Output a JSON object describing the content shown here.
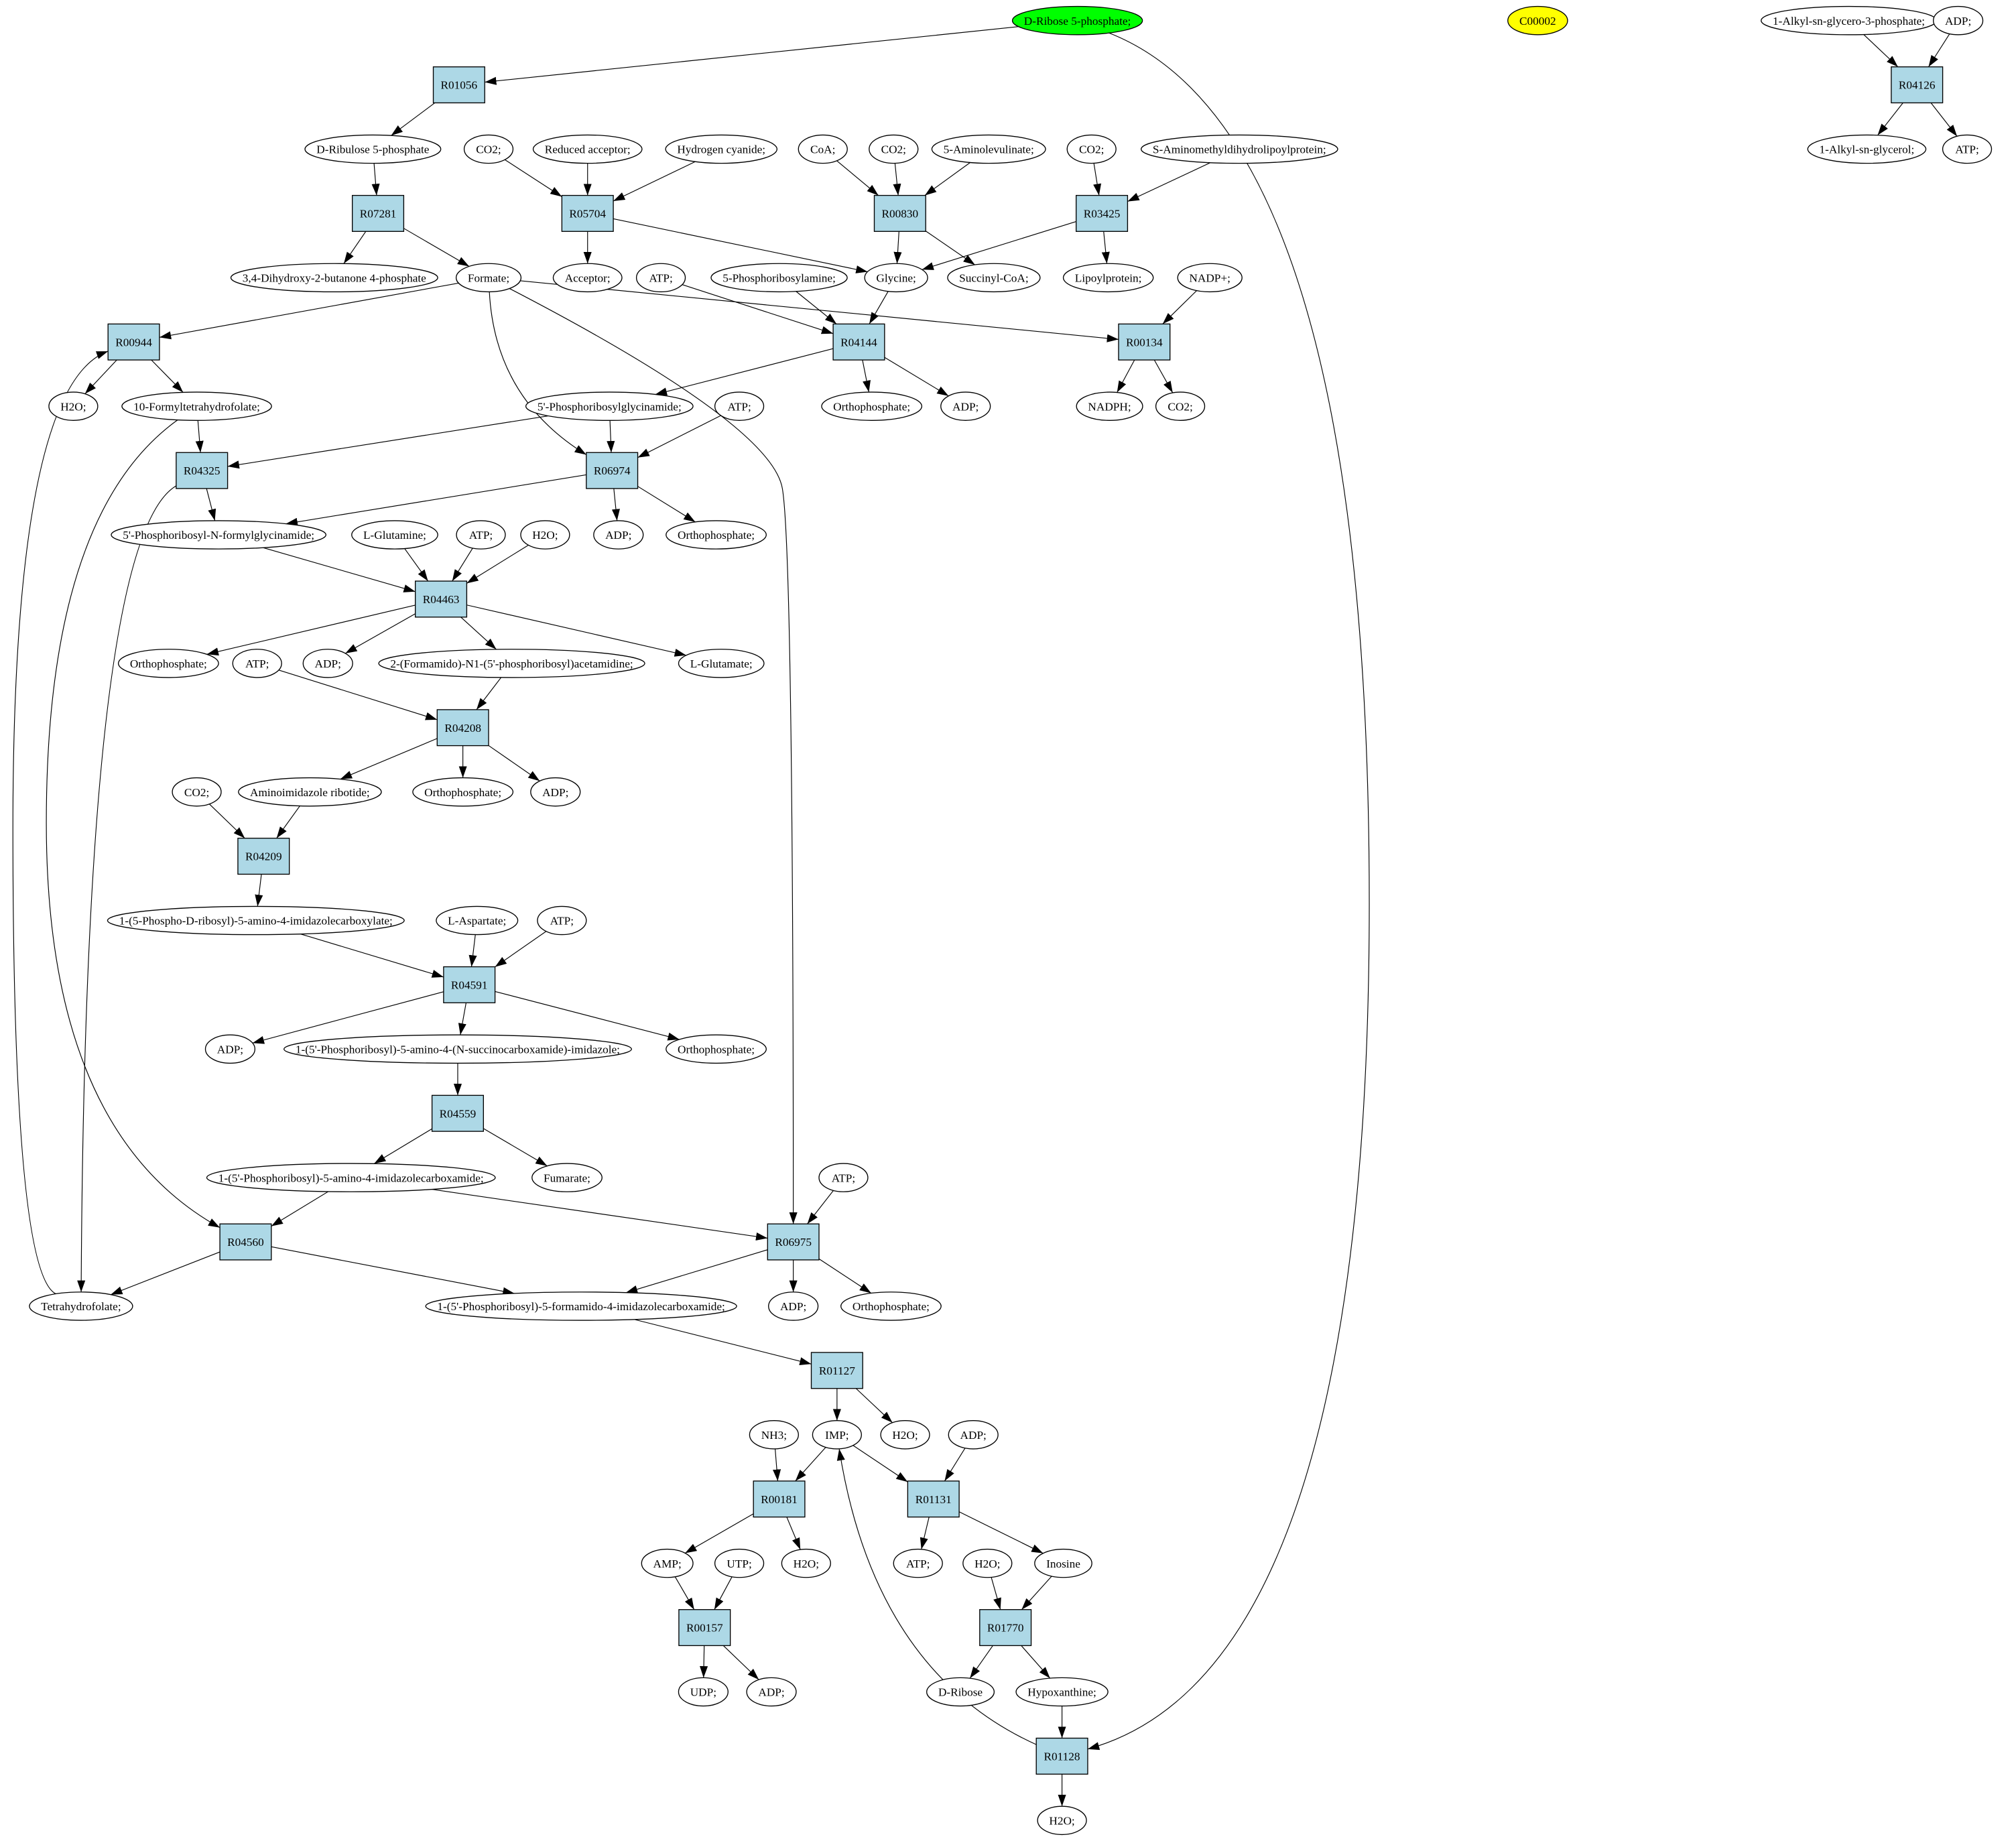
{
  "colors": {
    "reaction": "#add8e6",
    "compound": "#ffffff",
    "source": "#00ff00",
    "highlight": "#ffff00"
  },
  "nodes": {
    "r5p": {
      "label": "D-Ribose 5-phosphate;",
      "kind": "source"
    },
    "c00002": {
      "label": "C00002",
      "kind": "highlight"
    },
    "alkg3p": {
      "label": "1-Alkyl-sn-glycero-3-phosphate;",
      "kind": "compound"
    },
    "adp_t": {
      "label": "ADP;",
      "kind": "compound"
    },
    "R04126": {
      "label": "R04126",
      "kind": "reaction"
    },
    "alkg": {
      "label": "1-Alkyl-sn-glycerol;",
      "kind": "compound"
    },
    "atp_tr": {
      "label": "ATP;",
      "kind": "compound"
    },
    "R01056": {
      "label": "R01056",
      "kind": "reaction"
    },
    "ru5p": {
      "label": "D-Ribulose 5-phosphate",
      "kind": "compound"
    },
    "R07281": {
      "label": "R07281",
      "kind": "reaction"
    },
    "dhbp": {
      "label": "3,4-Dihydroxy-2-butanone 4-phosphate",
      "kind": "compound"
    },
    "formate": {
      "label": "Formate;",
      "kind": "compound"
    },
    "co2_a": {
      "label": "CO2;",
      "kind": "compound"
    },
    "redacc": {
      "label": "Reduced acceptor;",
      "kind": "compound"
    },
    "hcn": {
      "label": "Hydrogen cyanide;",
      "kind": "compound"
    },
    "R05704": {
      "label": "R05704",
      "kind": "reaction"
    },
    "acceptor": {
      "label": "Acceptor;",
      "kind": "compound"
    },
    "coa": {
      "label": "CoA;",
      "kind": "compound"
    },
    "co2_b": {
      "label": "CO2;",
      "kind": "compound"
    },
    "ala": {
      "label": "5-Aminolevulinate;",
      "kind": "compound"
    },
    "R00830": {
      "label": "R00830",
      "kind": "reaction"
    },
    "glycine": {
      "label": "Glycine;",
      "kind": "compound"
    },
    "succoa": {
      "label": "Succinyl-CoA;",
      "kind": "compound"
    },
    "co2_c": {
      "label": "CO2;",
      "kind": "compound"
    },
    "samp": {
      "label": "S-Aminomethyldihydrolipoylprotein;",
      "kind": "compound"
    },
    "R03425": {
      "label": "R03425",
      "kind": "reaction"
    },
    "lipoyl": {
      "label": "Lipoylprotein;",
      "kind": "compound"
    },
    "atp_a": {
      "label": "ATP;",
      "kind": "compound"
    },
    "pra": {
      "label": "5-Phosphoribosylamine;",
      "kind": "compound"
    },
    "nadp": {
      "label": "NADP+;",
      "kind": "compound"
    },
    "R04144": {
      "label": "R04144",
      "kind": "reaction"
    },
    "R00134": {
      "label": "R00134",
      "kind": "reaction"
    },
    "pi_a": {
      "label": "Orthophosphate;",
      "kind": "compound"
    },
    "adp_a": {
      "label": "ADP;",
      "kind": "compound"
    },
    "nadph": {
      "label": "NADPH;",
      "kind": "compound"
    },
    "co2_d": {
      "label": "CO2;",
      "kind": "compound"
    },
    "R00944": {
      "label": "R00944",
      "kind": "reaction"
    },
    "h2o_a": {
      "label": "H2O;",
      "kind": "compound"
    },
    "fthf": {
      "label": "10-Formyltetrahydrofolate;",
      "kind": "compound"
    },
    "gar": {
      "label": "5'-Phosphoribosylglycinamide;",
      "kind": "compound"
    },
    "atp_b": {
      "label": "ATP;",
      "kind": "compound"
    },
    "R04325": {
      "label": "R04325",
      "kind": "reaction"
    },
    "R06974": {
      "label": "R06974",
      "kind": "reaction"
    },
    "fgar": {
      "label": "5'-Phosphoribosyl-N-formylglycinamide;",
      "kind": "compound"
    },
    "adp_b": {
      "label": "ADP;",
      "kind": "compound"
    },
    "pi_b": {
      "label": "Orthophosphate;",
      "kind": "compound"
    },
    "gln": {
      "label": "L-Glutamine;",
      "kind": "compound"
    },
    "atp_c": {
      "label": "ATP;",
      "kind": "compound"
    },
    "h2o_b": {
      "label": "H2O;",
      "kind": "compound"
    },
    "R04463": {
      "label": "R04463",
      "kind": "reaction"
    },
    "pi_c": {
      "label": "Orthophosphate;",
      "kind": "compound"
    },
    "atp_d": {
      "label": "ATP;",
      "kind": "compound"
    },
    "adp_c": {
      "label": "ADP;",
      "kind": "compound"
    },
    "fgam": {
      "label": "2-(Formamido)-N1-(5'-phosphoribosyl)acetamidine;",
      "kind": "compound"
    },
    "glu": {
      "label": "L-Glutamate;",
      "kind": "compound"
    },
    "R04208": {
      "label": "R04208",
      "kind": "reaction"
    },
    "co2_e": {
      "label": "CO2;",
      "kind": "compound"
    },
    "air": {
      "label": "Aminoimidazole ribotide;",
      "kind": "compound"
    },
    "pi_d": {
      "label": "Orthophosphate;",
      "kind": "compound"
    },
    "adp_d": {
      "label": "ADP;",
      "kind": "compound"
    },
    "R04209": {
      "label": "R04209",
      "kind": "reaction"
    },
    "cair": {
      "label": "1-(5-Phospho-D-ribosyl)-5-amino-4-imidazolecarboxylate;",
      "kind": "compound"
    },
    "asp": {
      "label": "L-Aspartate;",
      "kind": "compound"
    },
    "atp_e": {
      "label": "ATP;",
      "kind": "compound"
    },
    "R04591": {
      "label": "R04591",
      "kind": "reaction"
    },
    "adp_e": {
      "label": "ADP;",
      "kind": "compound"
    },
    "saicar": {
      "label": "1-(5'-Phosphoribosyl)-5-amino-4-(N-succinocarboxamide)-imidazole;",
      "kind": "compound"
    },
    "pi_e": {
      "label": "Orthophosphate;",
      "kind": "compound"
    },
    "R04559": {
      "label": "R04559",
      "kind": "reaction"
    },
    "aicar": {
      "label": "1-(5'-Phosphoribosyl)-5-amino-4-imidazolecarboxamide;",
      "kind": "compound"
    },
    "fum": {
      "label": "Fumarate;",
      "kind": "compound"
    },
    "atp_f": {
      "label": "ATP;",
      "kind": "compound"
    },
    "R04560": {
      "label": "R04560",
      "kind": "reaction"
    },
    "R06975": {
      "label": "R06975",
      "kind": "reaction"
    },
    "thf": {
      "label": "Tetrahydrofolate;",
      "kind": "compound"
    },
    "faicar": {
      "label": "1-(5'-Phosphoribosyl)-5-formamido-4-imidazolecarboxamide;",
      "kind": "compound"
    },
    "adp_f": {
      "label": "ADP;",
      "kind": "compound"
    },
    "pi_f": {
      "label": "Orthophosphate;",
      "kind": "compound"
    },
    "R01127": {
      "label": "R01127",
      "kind": "reaction"
    },
    "nh3": {
      "label": "NH3;",
      "kind": "compound"
    },
    "imp": {
      "label": "IMP;",
      "kind": "compound"
    },
    "h2o_c": {
      "label": "H2O;",
      "kind": "compound"
    },
    "adp_g": {
      "label": "ADP;",
      "kind": "compound"
    },
    "R00181": {
      "label": "R00181",
      "kind": "reaction"
    },
    "R01131": {
      "label": "R01131",
      "kind": "reaction"
    },
    "amp": {
      "label": "AMP;",
      "kind": "compound"
    },
    "utp": {
      "label": "UTP;",
      "kind": "compound"
    },
    "h2o_d": {
      "label": "H2O;",
      "kind": "compound"
    },
    "atp_g": {
      "label": "ATP;",
      "kind": "compound"
    },
    "h2o_e": {
      "label": "H2O;",
      "kind": "compound"
    },
    "inosine": {
      "label": "Inosine",
      "kind": "compound"
    },
    "R00157": {
      "label": "R00157",
      "kind": "reaction"
    },
    "R01770": {
      "label": "R01770",
      "kind": "reaction"
    },
    "udp": {
      "label": "UDP;",
      "kind": "compound"
    },
    "adp_h": {
      "label": "ADP;",
      "kind": "compound"
    },
    "dribose": {
      "label": "D-Ribose",
      "kind": "compound"
    },
    "hypox": {
      "label": "Hypoxanthine;",
      "kind": "compound"
    },
    "R01128": {
      "label": "R01128",
      "kind": "reaction"
    },
    "h2o_f": {
      "label": "H2O;",
      "kind": "compound"
    }
  },
  "edges": [
    [
      "r5p",
      "R01056"
    ],
    [
      "r5p",
      "R01128"
    ],
    [
      "R01056",
      "ru5p"
    ],
    [
      "ru5p",
      "R07281"
    ],
    [
      "R07281",
      "dhbp"
    ],
    [
      "R07281",
      "formate"
    ],
    [
      "formate",
      "R00944"
    ],
    [
      "formate",
      "R06974"
    ],
    [
      "formate",
      "R06975"
    ],
    [
      "formate",
      "R00134"
    ],
    [
      "co2_a",
      "R05704"
    ],
    [
      "redacc",
      "R05704"
    ],
    [
      "hcn",
      "R05704"
    ],
    [
      "R05704",
      "acceptor"
    ],
    [
      "R05704",
      "glycine"
    ],
    [
      "coa",
      "R00830"
    ],
    [
      "co2_b",
      "R00830"
    ],
    [
      "ala",
      "R00830"
    ],
    [
      "R00830",
      "glycine"
    ],
    [
      "R00830",
      "succoa"
    ],
    [
      "co2_c",
      "R03425"
    ],
    [
      "samp",
      "R03425"
    ],
    [
      "R03425",
      "glycine"
    ],
    [
      "R03425",
      "lipoyl"
    ],
    [
      "atp_a",
      "R04144"
    ],
    [
      "pra",
      "R04144"
    ],
    [
      "glycine",
      "R04144"
    ],
    [
      "R04144",
      "gar"
    ],
    [
      "R04144",
      "pi_a"
    ],
    [
      "R04144",
      "adp_a"
    ],
    [
      "nadp",
      "R00134"
    ],
    [
      "R00134",
      "nadph"
    ],
    [
      "R00134",
      "co2_d"
    ],
    [
      "thf",
      "R00944"
    ],
    [
      "R00944",
      "h2o_a"
    ],
    [
      "R00944",
      "fthf"
    ],
    [
      "fthf",
      "R04325"
    ],
    [
      "fthf",
      "R04560"
    ],
    [
      "gar",
      "R04325"
    ],
    [
      "gar",
      "R06974"
    ],
    [
      "atp_b",
      "R06974"
    ],
    [
      "R04325",
      "fgar"
    ],
    [
      "R04325",
      "thf"
    ],
    [
      "R06974",
      "fgar"
    ],
    [
      "R06974",
      "adp_b"
    ],
    [
      "R06974",
      "pi_b"
    ],
    [
      "fgar",
      "R04463"
    ],
    [
      "gln",
      "R04463"
    ],
    [
      "atp_c",
      "R04463"
    ],
    [
      "h2o_b",
      "R04463"
    ],
    [
      "R04463",
      "pi_c"
    ],
    [
      "R04463",
      "adp_c"
    ],
    [
      "R04463",
      "fgam"
    ],
    [
      "R04463",
      "glu"
    ],
    [
      "fgam",
      "R04208"
    ],
    [
      "atp_d",
      "R04208"
    ],
    [
      "R04208",
      "air"
    ],
    [
      "R04208",
      "pi_d"
    ],
    [
      "R04208",
      "adp_d"
    ],
    [
      "co2_e",
      "R04209"
    ],
    [
      "air",
      "R04209"
    ],
    [
      "R04209",
      "cair"
    ],
    [
      "cair",
      "R04591"
    ],
    [
      "asp",
      "R04591"
    ],
    [
      "atp_e",
      "R04591"
    ],
    [
      "R04591",
      "adp_e"
    ],
    [
      "R04591",
      "saicar"
    ],
    [
      "R04591",
      "pi_e"
    ],
    [
      "saicar",
      "R04559"
    ],
    [
      "R04559",
      "aicar"
    ],
    [
      "R04559",
      "fum"
    ],
    [
      "aicar",
      "R04560"
    ],
    [
      "aicar",
      "R06975"
    ],
    [
      "atp_f",
      "R06975"
    ],
    [
      "R04560",
      "thf"
    ],
    [
      "R04560",
      "faicar"
    ],
    [
      "R06975",
      "faicar"
    ],
    [
      "R06975",
      "adp_f"
    ],
    [
      "R06975",
      "pi_f"
    ],
    [
      "faicar",
      "R01127"
    ],
    [
      "R01127",
      "imp"
    ],
    [
      "R01127",
      "h2o_c"
    ],
    [
      "nh3",
      "R00181"
    ],
    [
      "imp",
      "R00181"
    ],
    [
      "imp",
      "R01131"
    ],
    [
      "adp_g",
      "R01131"
    ],
    [
      "R00181",
      "amp"
    ],
    [
      "R00181",
      "h2o_d"
    ],
    [
      "R01131",
      "atp_g"
    ],
    [
      "R01131",
      "inosine"
    ],
    [
      "amp",
      "R00157"
    ],
    [
      "utp",
      "R00157"
    ],
    [
      "R00157",
      "udp"
    ],
    [
      "R00157",
      "adp_h"
    ],
    [
      "h2o_e",
      "R01770"
    ],
    [
      "inosine",
      "R01770"
    ],
    [
      "R01770",
      "dribose"
    ],
    [
      "R01770",
      "hypox"
    ],
    [
      "hypox",
      "R01128"
    ],
    [
      "R01128",
      "h2o_f"
    ],
    [
      "R01128",
      "imp"
    ],
    [
      "alkg3p",
      "R04126"
    ],
    [
      "adp_t",
      "R04126"
    ],
    [
      "R04126",
      "alkg"
    ],
    [
      "R04126",
      "atp_tr"
    ]
  ]
}
